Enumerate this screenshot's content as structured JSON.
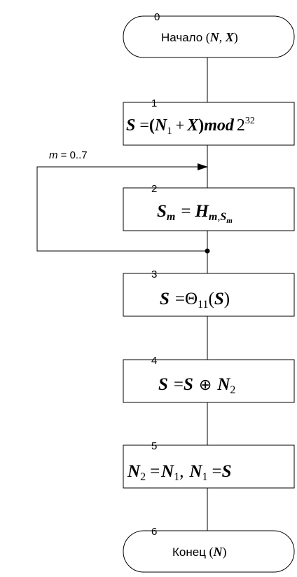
{
  "flowchart": {
    "nodes": [
      {
        "num": "0",
        "text": "Начало (N, X)"
      },
      {
        "num": "1",
        "text": "S = (N1 + X) mod 2^32"
      },
      {
        "num": "2",
        "text": "Sm = Hm,Sm"
      },
      {
        "num": "3",
        "text": "S = Θ11(S)"
      },
      {
        "num": "4",
        "text": "S = S ⊕ N2"
      },
      {
        "num": "5",
        "text": "N2 = N1, N1 = S"
      },
      {
        "num": "6",
        "text": "Конец (N)"
      }
    ],
    "loop_label": "m = 0..7",
    "start_word": "Начало",
    "end_word": "Конец",
    "sym": {
      "S": "S",
      "N": "N",
      "X": "X",
      "H": "H",
      "m": "m",
      "mod": "mod",
      "two": "2",
      "p32": "32",
      "one": "1",
      "two_sub": "2",
      "eleven": "11",
      "theta": "Θ",
      "xor": "⊕",
      "eq": "=",
      "plus": "+",
      "lp": "(",
      "rp": ")",
      "comma": ","
    }
  }
}
